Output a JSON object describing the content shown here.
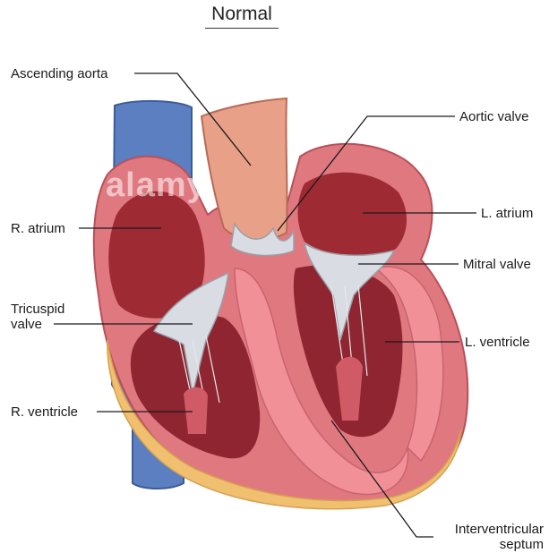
{
  "title": "Normal",
  "watermark": "alamy",
  "labels": {
    "ascending_aorta": "Ascending aorta",
    "aortic_valve": "Aortic valve",
    "r_atrium": "R. atrium",
    "l_atrium": "L. atrium",
    "mitral_valve": "Mitral valve",
    "tricuspid_valve_line1": "Tricuspid",
    "tricuspid_valve_line2": "valve",
    "l_ventricle": "L. ventricle",
    "r_ventricle": "R. ventricle",
    "interventricular_line1": "Interventricular",
    "interventricular_line2": "septum"
  },
  "colors": {
    "vena_cava": "#5b7fc0",
    "myocardium": "#e07880",
    "chamber": "#9e2a34",
    "fat": "#f0c070",
    "valve": "#d9dde3",
    "aorta": "#e8a088"
  }
}
